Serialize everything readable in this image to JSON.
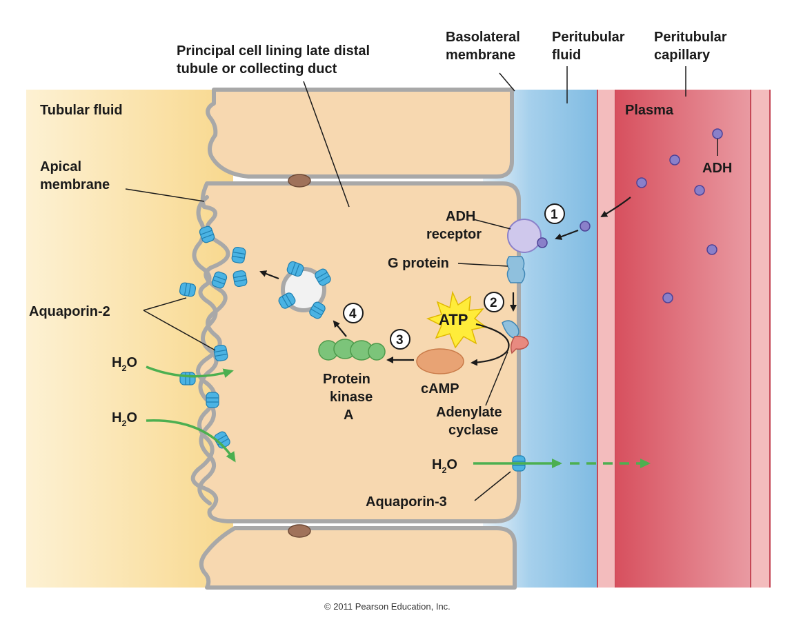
{
  "labels": {
    "principal_cell_l1": "Principal cell lining late distal",
    "principal_cell_l2": "tubule or collecting duct",
    "basolateral_l1": "Basolateral",
    "basolateral_l2": "membrane",
    "peritubular_fluid_l1": "Peritubular",
    "peritubular_fluid_l2": "fluid",
    "peritubular_cap_l1": "Peritubular",
    "peritubular_cap_l2": "capillary",
    "tubular_fluid": "Tubular fluid",
    "plasma": "Plasma",
    "apical_l1": "Apical",
    "apical_l2": "membrane",
    "adh": "ADH",
    "adh_receptor_l1": "ADH",
    "adh_receptor_l2": "receptor",
    "g_protein": "G protein",
    "aquaporin2": "Aquaporin-2",
    "atp": "ATP",
    "camp": "cAMP",
    "protein_kinase_l1": "Protein",
    "protein_kinase_l2": "kinase",
    "protein_kinase_l3": "A",
    "adenylate_l1": "Adenylate",
    "adenylate_l2": "cyclase",
    "h2o_main": "H",
    "h2o_sub": "2",
    "h2o_tail": "O",
    "aquaporin3": "Aquaporin-3"
  },
  "steps": [
    "1",
    "2",
    "3",
    "4"
  ],
  "copyright": "© 2011 Pearson Education, Inc.",
  "colors": {
    "tubular_fluid": "#fbe3a6",
    "cell": "#f7d8b0",
    "membrane": "#a8a8a8",
    "peritubular_fluid": "#8fc4e6",
    "plasma": "#e06673",
    "aquaporin": "#4bb3e3",
    "arrow_green": "#4caf50",
    "adh": "#8a80c9",
    "atp": "#ffec3a",
    "camp": "#e8a374",
    "pka": "#7cc47a"
  }
}
